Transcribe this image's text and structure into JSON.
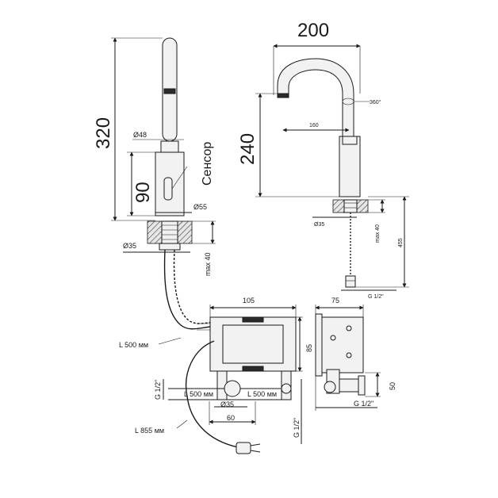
{
  "dims": {
    "d_320": "320",
    "d_48": "Ø48",
    "d_90": "90",
    "sensor": "Сенсор",
    "d_55": "Ø55",
    "d_35_left": "Ø35",
    "max40_left": "max 40",
    "d_200": "200",
    "d_360": "360°",
    "d_160": "160",
    "d_240": "240",
    "d_35_right": "Ø35",
    "max40_right": "max 40",
    "d_455": "455",
    "g_half_right": "G 1/2\"",
    "d_105": "105",
    "d_85": "85",
    "d_75": "75",
    "d_50": "50",
    "g_half_side": "G 1/2\"",
    "l500_top": "L 500 мм",
    "g_half_vert_left": "G 1/2\"",
    "l500_left": "L 500 мм",
    "l500_right": "L 500 мм",
    "d_35_bottom": "Ø35",
    "d_60": "60",
    "g_half_vert_right": "G 1/2\"",
    "l855": "L 855 мм"
  }
}
